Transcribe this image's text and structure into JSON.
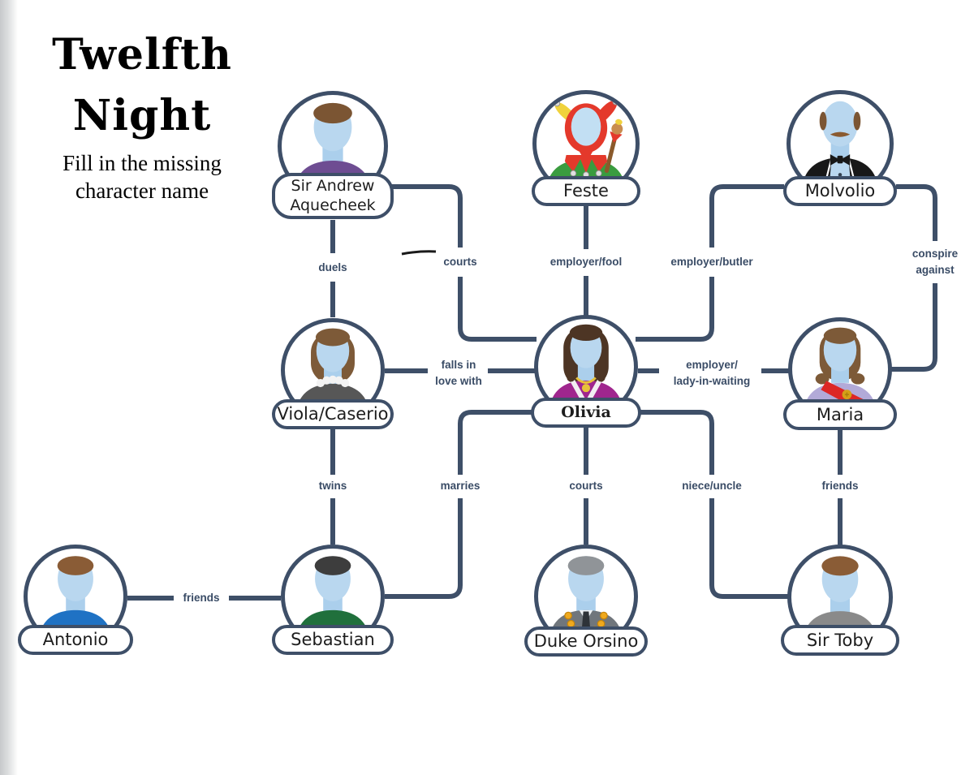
{
  "title": {
    "heading": "Twelfth\nNight",
    "subtitle": "Fill in the missing\ncharacter name"
  },
  "characters": [
    {
      "id": "sir-andrew",
      "name": "Sir Andrew\nAquecheek",
      "avatar": "man-brown-hair-purple-shirt"
    },
    {
      "id": "feste",
      "name": "Feste",
      "avatar": "jester-red-hood-green-tunic-marotte"
    },
    {
      "id": "malvolio",
      "name": "Molvolio",
      "avatar": "balding-man-mustache-black-tuxedo"
    },
    {
      "id": "viola",
      "name": "Viola/Caserio",
      "avatar": "woman-brown-bob-grey-dress-ruff-collar"
    },
    {
      "id": "olivia",
      "name": "Olivia",
      "avatar": "woman-long-dark-hair-magenta-dress-gold-necklace"
    },
    {
      "id": "maria",
      "name": "Maria",
      "avatar": "woman-brown-hair-lavender-top-red-sash"
    },
    {
      "id": "antonio",
      "name": "Antonio",
      "avatar": "man-brown-hair-blue-shirt"
    },
    {
      "id": "sebastian",
      "name": "Sebastian",
      "avatar": "man-dark-hair-green-shirt"
    },
    {
      "id": "duke-orsino",
      "name": "Duke Orsino",
      "avatar": "grey-haired-man-suit-gold-chain-of-office"
    },
    {
      "id": "sir-toby",
      "name": "Sir Toby",
      "avatar": "man-brown-hair-grey-shirt"
    }
  ],
  "relationships": [
    {
      "label": "duels",
      "from": "Sir Andrew Aquecheek",
      "to": "Viola/Caserio"
    },
    {
      "label": "courts",
      "from": "Sir Andrew Aquecheek",
      "to": "Olivia"
    },
    {
      "label": "employer/fool",
      "from": "Olivia",
      "to": "Feste"
    },
    {
      "label": "employer/butler",
      "from": "Olivia",
      "to": "Molvolio"
    },
    {
      "label": "conspire\nagainst",
      "from": "Molvolio",
      "to": "Maria"
    },
    {
      "label": "falls in\nlove with",
      "from": "Viola/Caserio",
      "to": "Olivia"
    },
    {
      "label": "employer/\nlady-in-waiting",
      "from": "Olivia",
      "to": "Maria"
    },
    {
      "label": "twins",
      "from": "Viola/Caserio",
      "to": "Sebastian"
    },
    {
      "label": "marries",
      "from": "Olivia",
      "to": "Sebastian"
    },
    {
      "label": "courts",
      "from": "Duke Orsino",
      "to": "Olivia"
    },
    {
      "label": "niece/uncle",
      "from": "Olivia",
      "to": "Sir Toby"
    },
    {
      "label": "friends",
      "from": "Maria",
      "to": "Sir Toby"
    },
    {
      "label": "friends",
      "from": "Antonio",
      "to": "Sebastian"
    }
  ],
  "colors": {
    "connector": "#3e4f68",
    "relationship_text": "#3a4c66",
    "skin": "#b9d7ef",
    "background": "#ffffff"
  }
}
